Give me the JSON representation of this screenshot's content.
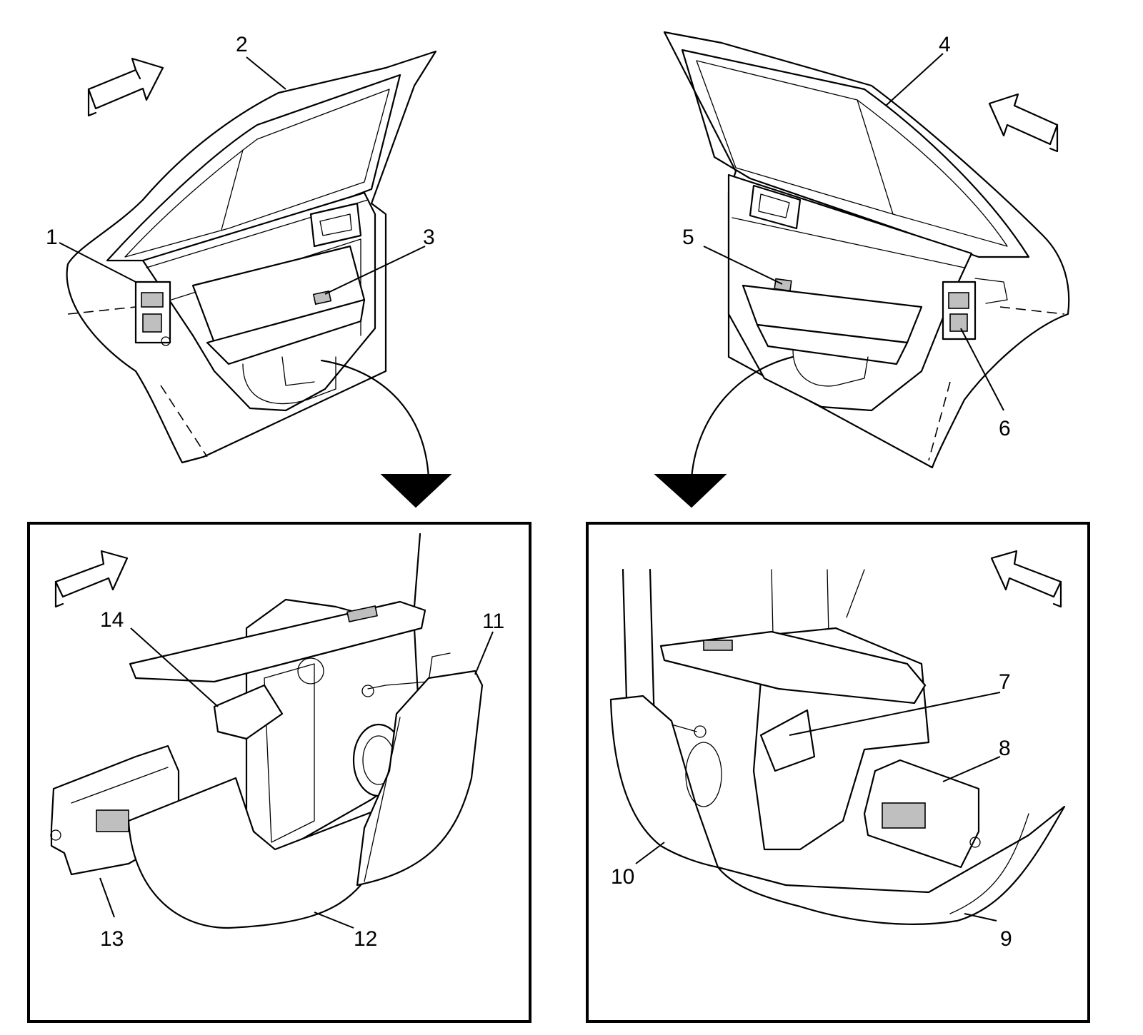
{
  "diagram": {
    "callouts": [
      {
        "id": "c1",
        "label": "1"
      },
      {
        "id": "c2",
        "label": "2"
      },
      {
        "id": "c3",
        "label": "3"
      },
      {
        "id": "c4",
        "label": "4"
      },
      {
        "id": "c5",
        "label": "5"
      },
      {
        "id": "c6",
        "label": "6"
      },
      {
        "id": "c7",
        "label": "7"
      },
      {
        "id": "c8",
        "label": "8"
      },
      {
        "id": "c9",
        "label": "9"
      },
      {
        "id": "c10",
        "label": "10"
      },
      {
        "id": "c11",
        "label": "11"
      },
      {
        "id": "c12",
        "label": "12"
      },
      {
        "id": "c13",
        "label": "13"
      },
      {
        "id": "c14",
        "label": "14"
      }
    ],
    "line_color": "#000000",
    "background": "#ffffff"
  }
}
